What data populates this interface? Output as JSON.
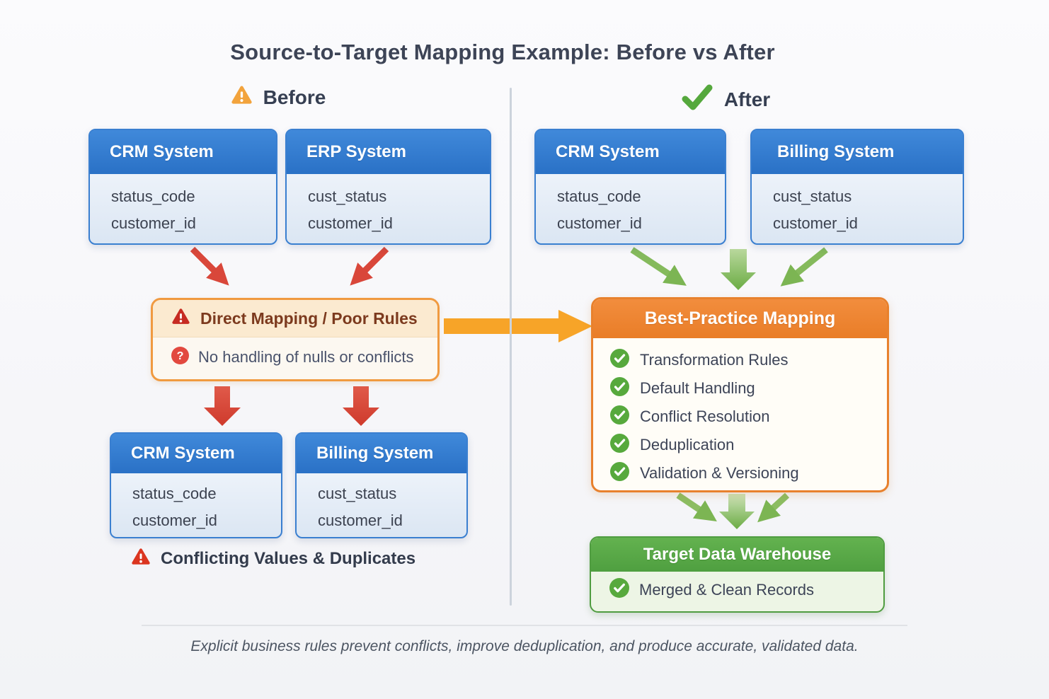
{
  "title": "Source-to-Target Mapping Example: Before vs After",
  "before": {
    "label": "Before",
    "icon": "warning-triangle-icon",
    "source_boxes": [
      {
        "title": "CRM System",
        "fields": [
          "status_code",
          "customer_id"
        ]
      },
      {
        "title": "ERP System",
        "fields": [
          "cust_status",
          "customer_id"
        ]
      }
    ],
    "mapping_box": {
      "icon": "alert-triangle-icon",
      "title": "Direct Mapping / Poor Rules",
      "note_icon": "question-circle-icon",
      "note": "No handling of nulls or conflicts"
    },
    "target_boxes": [
      {
        "title": "CRM System",
        "fields": [
          "status_code",
          "customer_id"
        ]
      },
      {
        "title": "Billing System",
        "fields": [
          "cust_status",
          "customer_id"
        ]
      }
    ],
    "warning": "Conflicting Values & Duplicates"
  },
  "after": {
    "label": "After",
    "icon": "checkmark-icon",
    "source_boxes": [
      {
        "title": "CRM System",
        "fields": [
          "status_code",
          "customer_id"
        ]
      },
      {
        "title": "Billing System",
        "fields": [
          "cust_status",
          "customer_id"
        ]
      }
    ],
    "mapping_box": {
      "title": "Best-Practice Mapping",
      "item_icon": "check-circle-icon",
      "items": [
        "Transformation Rules",
        "Default Handling",
        "Conflict Resolution",
        "Deduplication",
        "Validation & Versioning"
      ]
    },
    "target_box": {
      "title": "Target Data Warehouse",
      "item_icon": "check-circle-icon",
      "item": "Merged & Clean Records"
    }
  },
  "caption": "Explicit business rules prevent conflicts, improve deduplication, and produce accurate, validated data.",
  "colors": {
    "blue_header": "#2f7fd4",
    "orange_accent": "#ee8430",
    "orange_arrow": "#f7a428",
    "green_accent": "#56a83c",
    "green_arrow": "#7cb553",
    "red_accent": "#d9473a",
    "warn_box_border": "#f09a40",
    "text_dark": "#3d4456"
  }
}
